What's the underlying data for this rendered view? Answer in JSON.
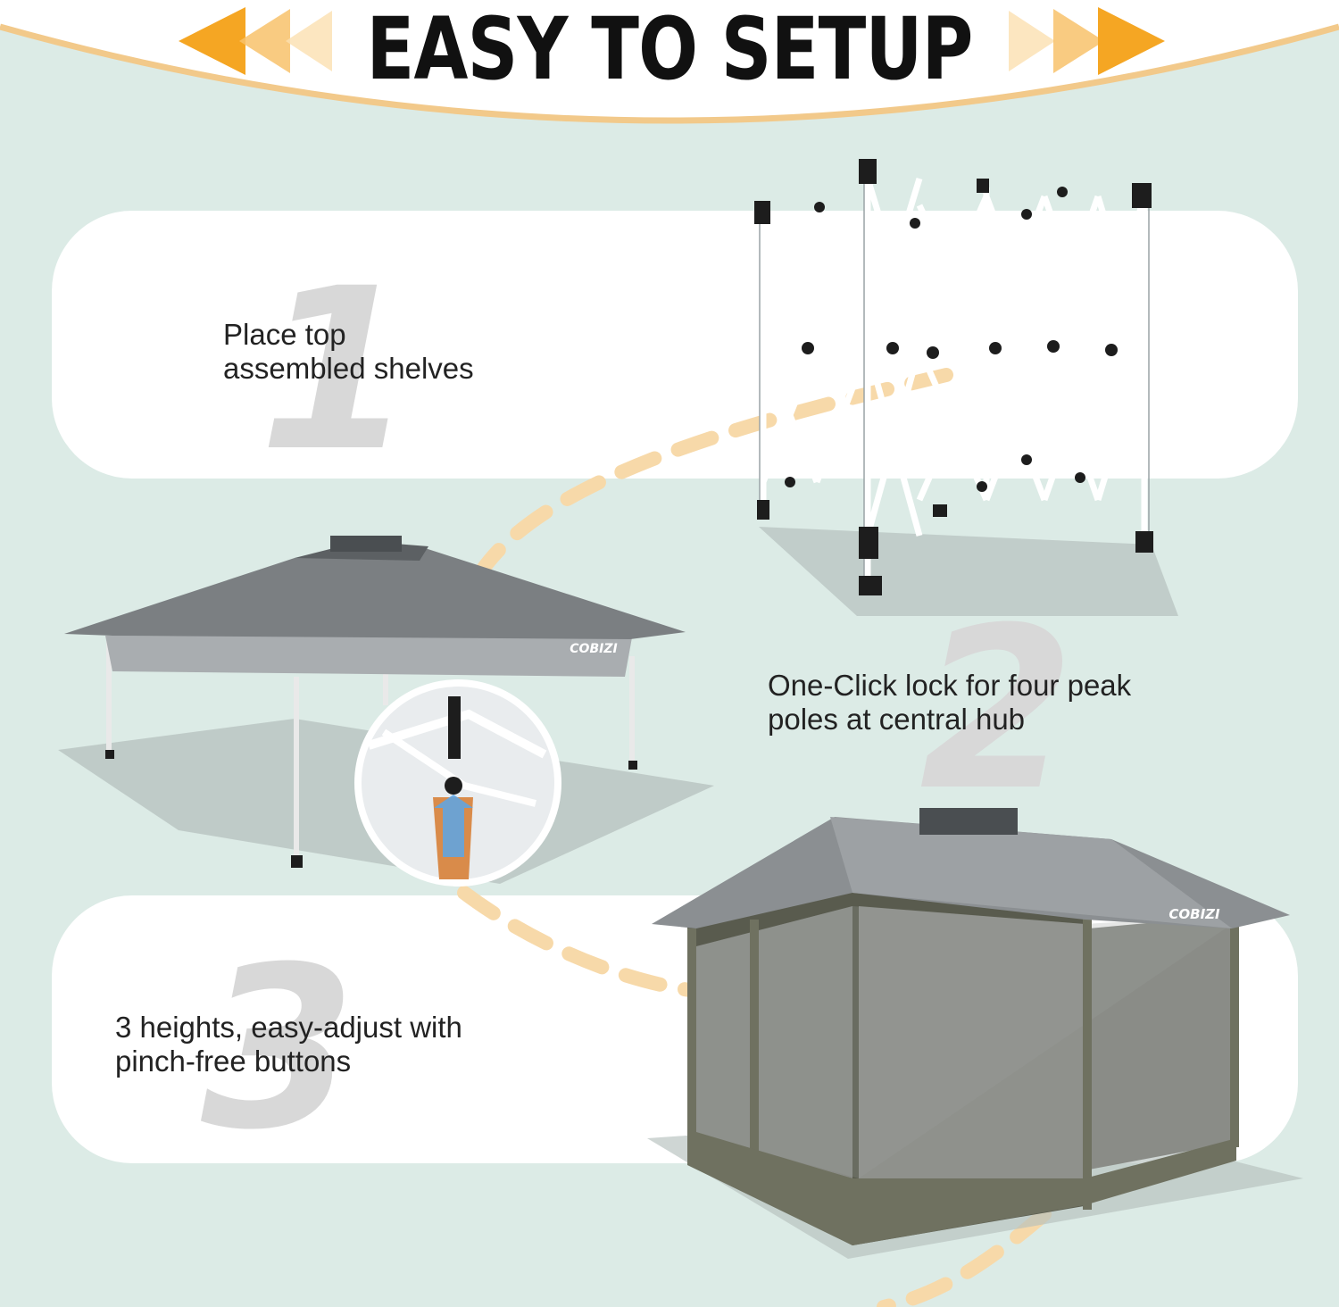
{
  "header": {
    "title": "EASY TO SETUP",
    "accent_color": "#f5a623",
    "arc_color": "#f2c98a"
  },
  "steps": [
    {
      "number": "1",
      "lines": [
        "Place top",
        "assembled shelves"
      ]
    },
    {
      "number": "2",
      "lines": [
        "One-Click lock for four peak",
        "poles at central hub"
      ]
    },
    {
      "number": "3",
      "lines": [
        "3 heights, easy-adjust with",
        "pinch-free buttons"
      ]
    }
  ],
  "brand": {
    "logo_text": "COBIZI"
  },
  "colors": {
    "background": "#dcebe6",
    "card": "#ffffff",
    "canopy_gray": "#7b7f82",
    "netting_olive": "#6f7160",
    "path_dash": "#f7d9a9"
  }
}
